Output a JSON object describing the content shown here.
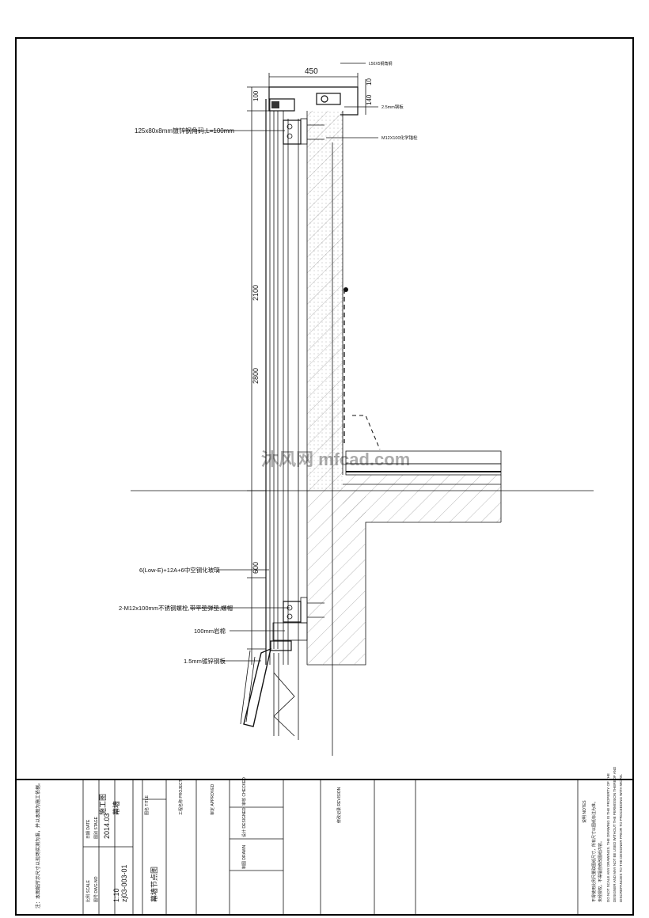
{
  "drawing": {
    "dims": {
      "top_width": "450",
      "d100": "100",
      "d140": "140",
      "d10": "10",
      "d2100": "2100",
      "d2800": "2800",
      "d600": "600",
      "top_tag": "L50X5钢角钢"
    },
    "callouts": {
      "steel_angle": "125x80x8mm镀锌钢角码,L=100mm",
      "glass": "6(Low-E)+12A+6中空钢化玻璃",
      "bolts": "2-M12x100mm不锈钢螺栓,带平垫弹垫,螺帽",
      "insulation": "100mm岩棉",
      "sheet": "1.5mm镀锌钢板",
      "plate_thickness": "2.5mm钢板",
      "anchor": "M12X100化学锚栓"
    },
    "watermark": "沐风网 mfcad.com"
  },
  "title_block": {
    "notes": [
      "不得使用比例尺量取图纸尺寸，所有尺寸以图纸标注为准。",
      "未经授权，不得擅自修改图纸内容。",
      "DO NOT SCALE ANY DRAWINGS. THE DRAWING IS THE PROPERTY OF THE",
      "DESIGNER AND MAY NOT BE USED WITHOUT THE PERMISSION THEREOF AND",
      "DISCREPANCIES TO THE DESIGNER PRIOR TO PROCEEDING WITH WORK."
    ],
    "notes_label": "说明 NOTES",
    "revision_label": "修改记录 REVISION",
    "stage_label": "施工图",
    "project": "幕墙",
    "drawing_title": "幕墙节点图",
    "drawing_no": "zj03-003-01",
    "date": "2014.03",
    "scale": "1:10",
    "date_label": "日期 DATE",
    "scale_label": "比例 SCALE",
    "drawing_no_label": "图号 DWG.NO",
    "title_label": "图名 TITLE",
    "project_label": "工程名称 PROJECT",
    "approved_label": "审定 APPROVED",
    "checked_label": "审核 CHECKED",
    "designed_label": "设计 DESIGNED",
    "drawn_label": "制图 DRAWN",
    "sheet_label": "图别 STAGE",
    "left_note": "注：本图纸所示尺寸以现场实测为准，并以本图为施工依据。"
  }
}
